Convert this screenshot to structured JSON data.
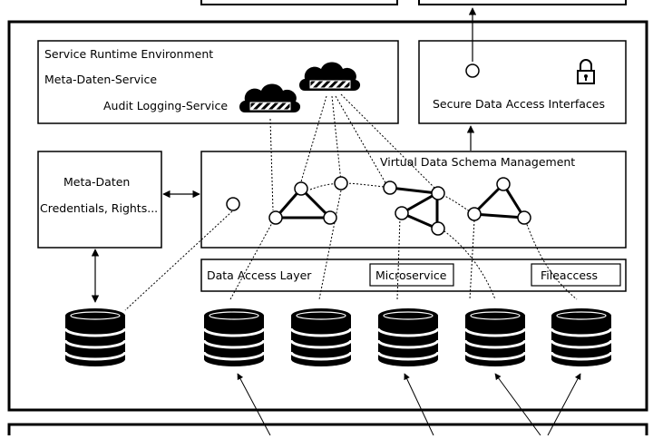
{
  "runtime": {
    "title": "Service Runtime Environment",
    "meta_service": "Meta-Daten-Service",
    "audit_service": "Audit Logging-Service"
  },
  "secure": {
    "label": "Secure Data Access Interfaces"
  },
  "metadata": {
    "title": "Meta-Daten",
    "detail": "Credentials, Rights..."
  },
  "schema": {
    "title": "Virtual Data Schema Management"
  },
  "dal": {
    "title": "Data Access Layer",
    "microservice": "Microservice",
    "fileaccess": "Fileaccess"
  },
  "icons": {
    "cloud": "cloud-icon",
    "lock": "lock-icon",
    "database": "database-icon"
  },
  "colors": {
    "stroke": "#000000",
    "background": "#ffffff"
  }
}
